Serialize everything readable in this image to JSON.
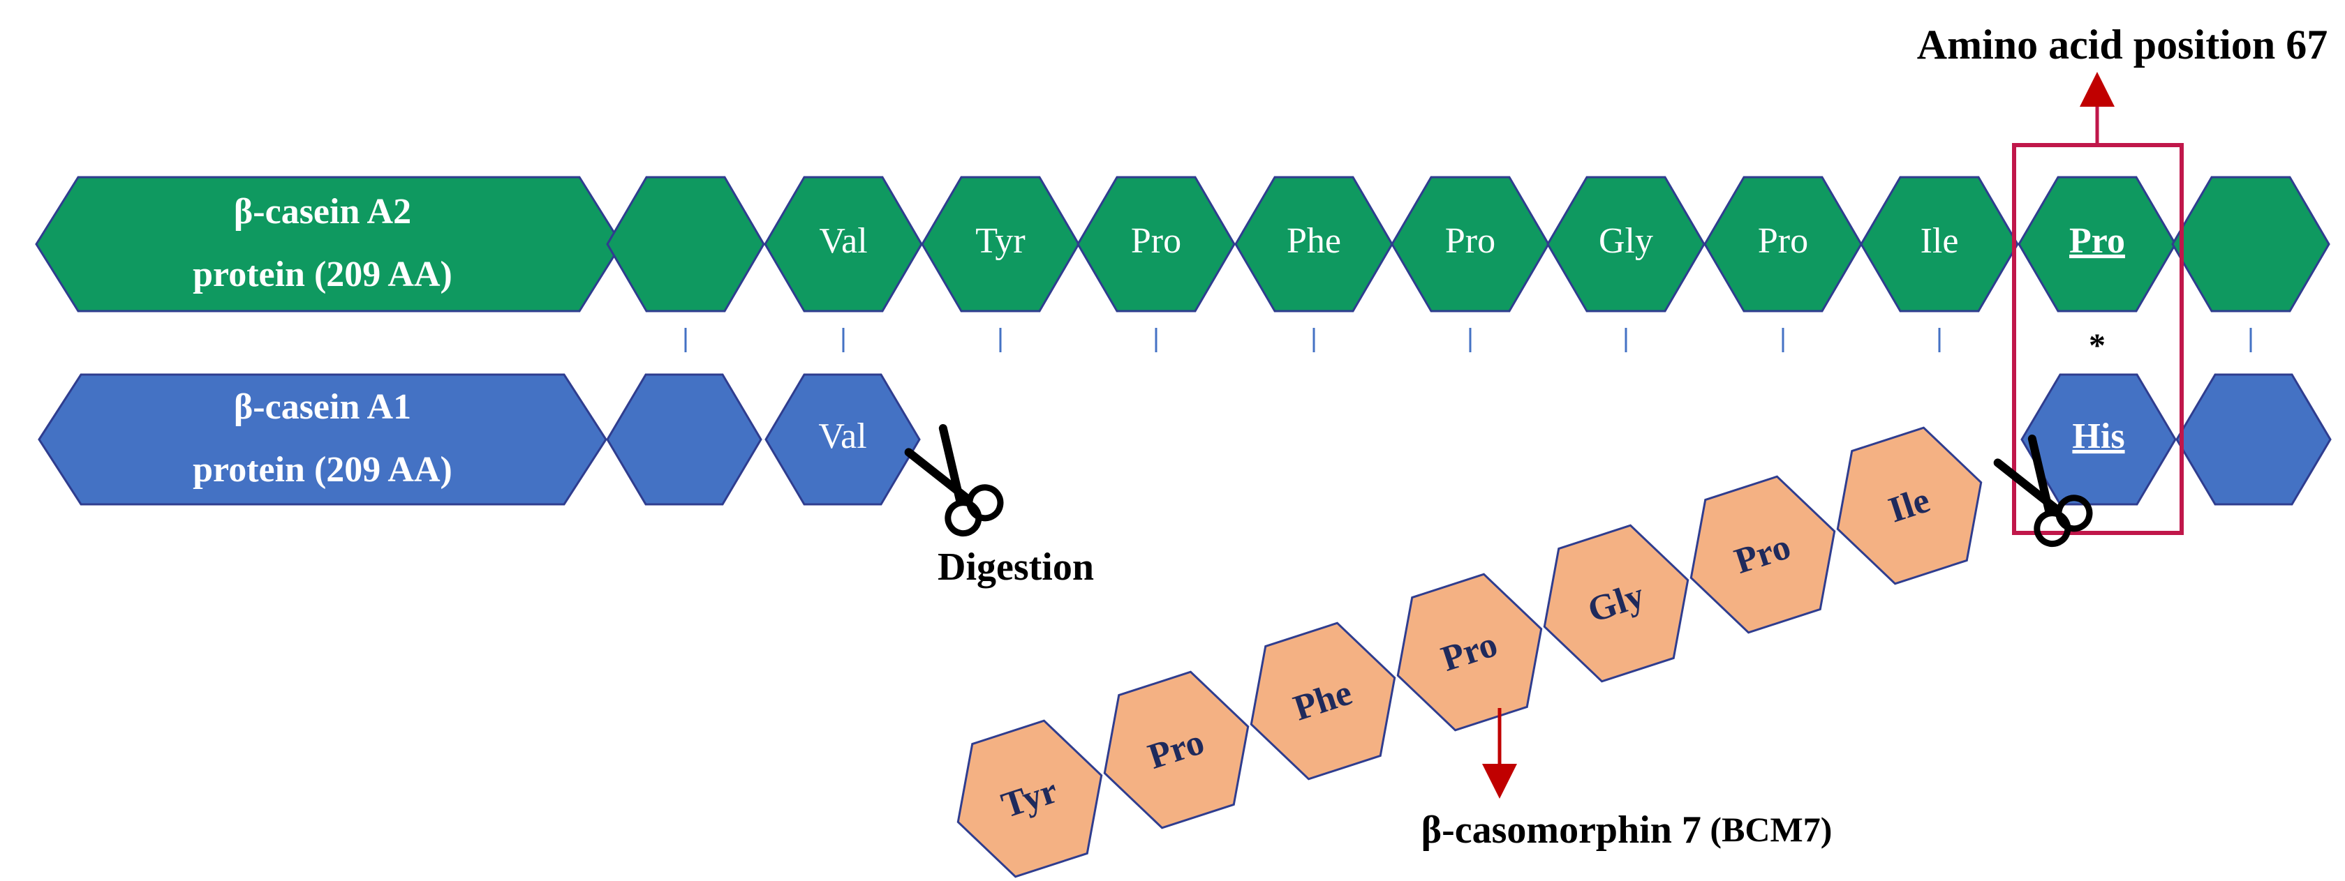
{
  "colors": {
    "a2_fill": "#0f9960",
    "a1_fill": "#4472c4",
    "bcm_fill": "#f4b183",
    "hex_stroke": "#2f3d8f",
    "bcm_text": "#1f2a5c",
    "highlight": "#c0174a",
    "tick": "#4472c4",
    "asterisk": "#2e75b6",
    "arrow": "#c00000"
  },
  "a2": {
    "title_line1": "β-casein A2",
    "title_line2": "protein (209 AA)",
    "residues": [
      "",
      "Val",
      "Tyr",
      "Pro",
      "Phe",
      "Pro",
      "Gly",
      "Pro",
      "Ile",
      "Pro",
      ""
    ]
  },
  "a1": {
    "title_line1": "β-casein A1",
    "title_line2": "protein (209 AA)",
    "residues": [
      "",
      "Val"
    ],
    "variant": "His",
    "tail": [
      ""
    ]
  },
  "asterisk": "*",
  "bcm7": {
    "residues": [
      "Tyr",
      "Pro",
      "Phe",
      "Pro",
      "Gly",
      "Pro",
      "Ile"
    ],
    "label_bold": "β-casomorphin 7",
    "label_paren": " (BCM7)"
  },
  "digestion_label": "Digestion",
  "position_label": "Amino acid position 67",
  "icons": [
    "scissors-icon"
  ]
}
